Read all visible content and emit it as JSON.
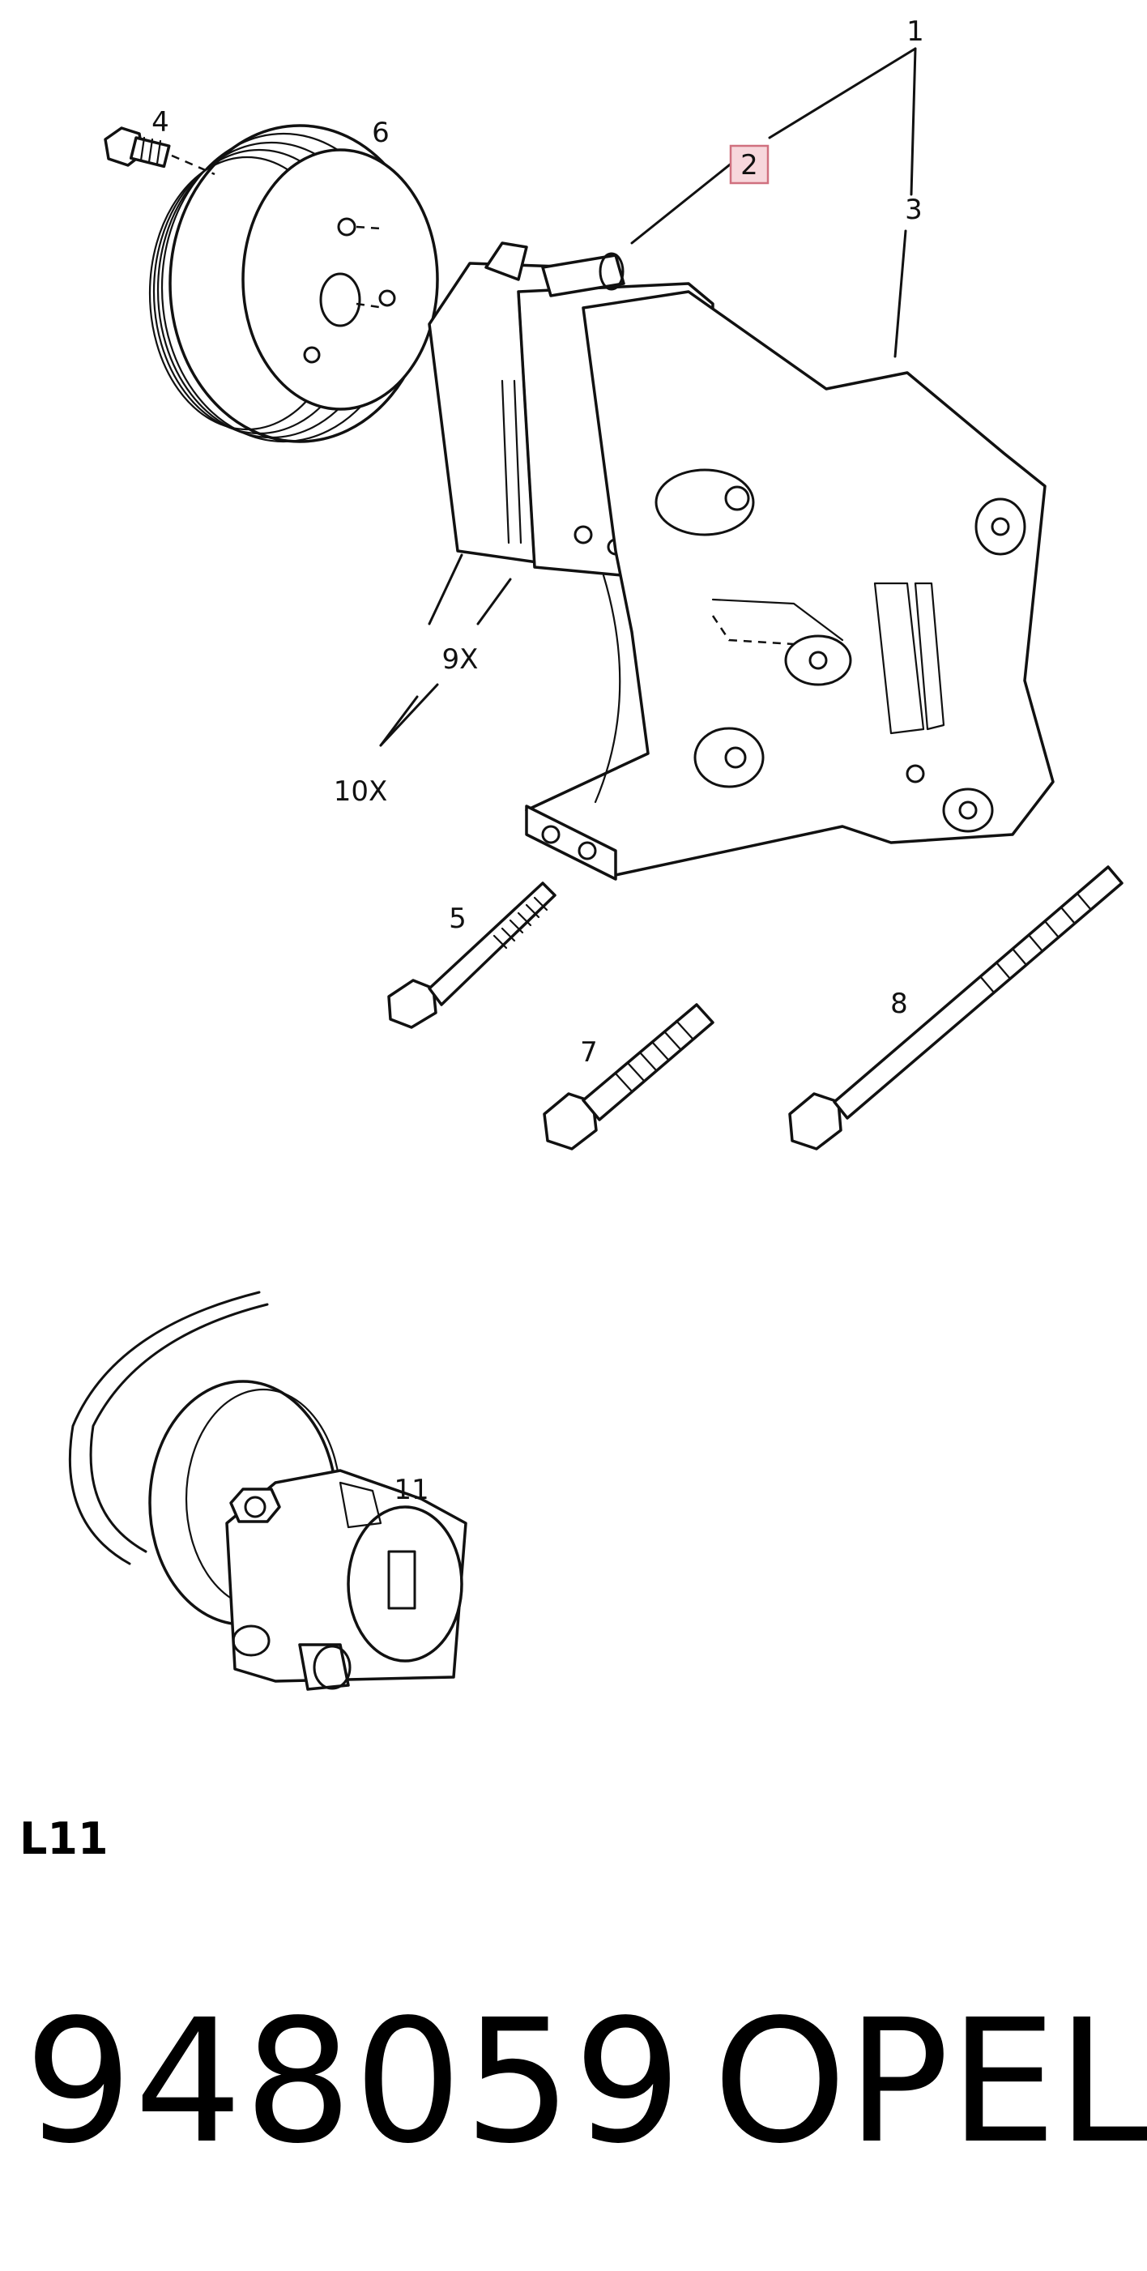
{
  "diagram": {
    "callouts": {
      "c1": "1",
      "c2": "2",
      "c3": "3",
      "c4": "4",
      "c5": "5",
      "c6": "6",
      "c7": "7",
      "c8": "8",
      "c9x": "9X",
      "c10x": "10X",
      "c11": "11"
    },
    "highlight_color": "#f7d7dc",
    "highlight_border": "#d0707f"
  },
  "section_code": "L11",
  "footer": {
    "part_number": "948059",
    "brand": "OPEL"
  }
}
